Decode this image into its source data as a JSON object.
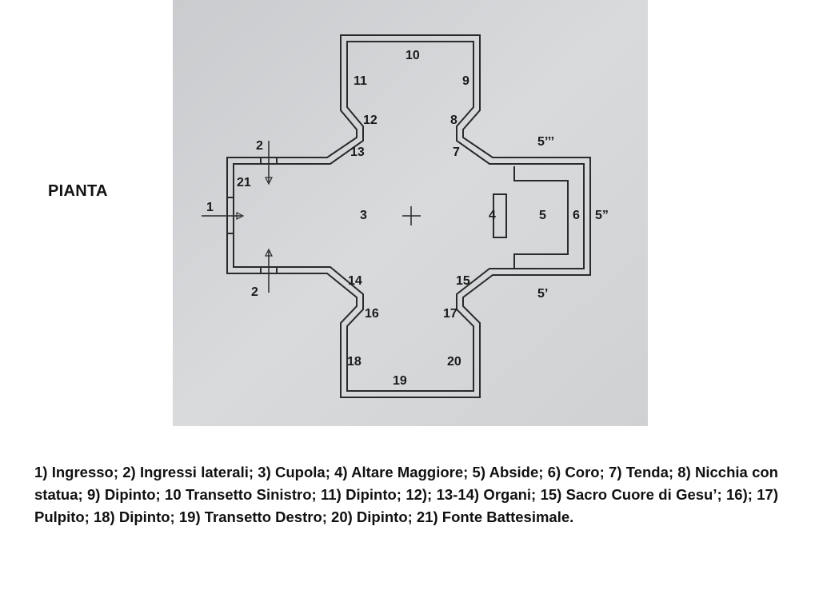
{
  "title": "PIANTA",
  "plan_labels": {
    "l1": "1",
    "l2a": "2",
    "l2b": "2",
    "l3": "3",
    "l4": "4",
    "l5": "5",
    "l5p": "5’",
    "l5pp": "5”",
    "l5ppp": "5’’’",
    "l6": "6",
    "l7": "7",
    "l8": "8",
    "l9": "9",
    "l10": "10",
    "l11": "11",
    "l12": "12",
    "l13": "13",
    "l14": "14",
    "l15": "15",
    "l16": "16",
    "l17": "17",
    "l18": "18",
    "l19": "19",
    "l20": "20",
    "l21": "21"
  },
  "legend": "1) Ingresso; 2) Ingressi laterali; 3) Cupola; 4) Altare Maggiore; 5) Abside; 6) Coro; 7) Tenda; 8) Nicchia con statua; 9) Dipinto; 10 Transetto Sinistro; 11) Dipinto; 12); 13-14) Organi; 15) Sacro Cuore di Gesu’; 16); 17) Pulpito; 18) Dipinto; 19) Transetto Destro; 20) Dipinto; 21) Fonte Battesimale.",
  "colors": {
    "paper": "#d2d4d6",
    "ink": "#1a1a1a"
  }
}
